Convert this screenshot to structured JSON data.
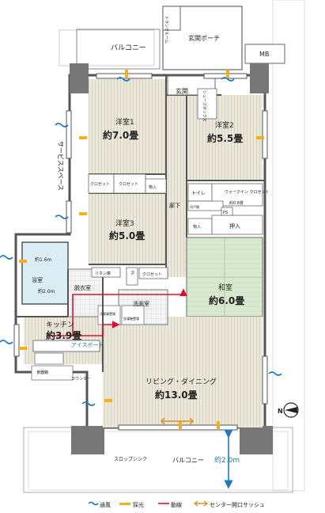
{
  "rooms": {
    "western1": {
      "name": "洋室1",
      "size": "約7.0畳"
    },
    "western2": {
      "name": "洋室2",
      "size": "約5.5畳"
    },
    "western3": {
      "name": "洋室3",
      "size": "約5.0畳"
    },
    "japanese": {
      "name": "和室",
      "size": "約6.0畳"
    },
    "kitchen": {
      "name": "キッチン",
      "size": "約3.9畳"
    },
    "living": {
      "name": "リビング・ダイニング",
      "size": "約13.0畳"
    }
  },
  "labels": {
    "balcony_top": "バルコニー",
    "balcony_bottom": "バルコニー",
    "porch": "玄関ポーチ",
    "entrance": "玄関",
    "trunk_room": "トランクルーム",
    "mb": "MB",
    "shoe_box": "シューズボックス",
    "service_space": "サービススペース",
    "closet": "クロゼット",
    "storage": "物入",
    "oshiire": "押入",
    "toilet": "トイレ",
    "cabinet": "吊戸棚",
    "wic": "ウォークイン\nクロゼット",
    "wic_size": "約0.8畳",
    "hallway": "廊下",
    "ps": "PS",
    "bath": "浴室",
    "bath_w": "約1.6m",
    "bath_d": "約2.0m",
    "dressing": "脱衣室",
    "linen": "リネン庫",
    "washroom": "洗面室",
    "laundry": "洗濯機置場",
    "fridge": "冷蔵庫置場",
    "aisle_board": "アイスボード",
    "pantry": "食器棚",
    "counter": "カウンター",
    "slop_sink": "スロップシンク",
    "balcony_depth": "約2.0m",
    "compass": "N"
  },
  "legend": {
    "airflow": "通風",
    "light": "採光",
    "traffic": "動線",
    "center_sash": "センター開口サッシュ"
  },
  "colors": {
    "wall": "#555555",
    "floor": "#e9e5d9",
    "tatami": "#d8e8cf",
    "bath": "#d9ecf3",
    "airflow": "#1f7ab8",
    "light": "#f0b020",
    "traffic": "#d9122c",
    "sash": "#e28a1f"
  }
}
